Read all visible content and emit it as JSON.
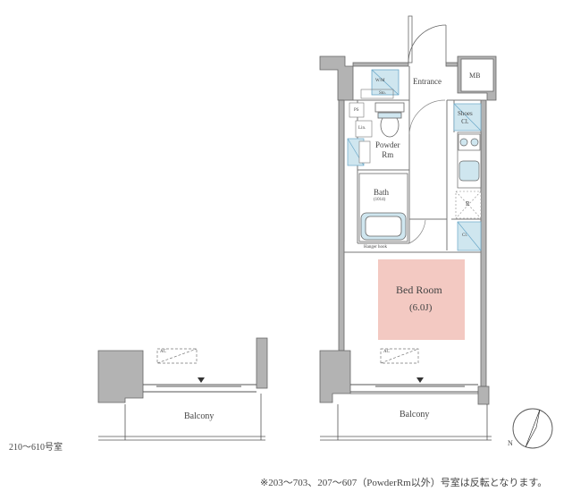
{
  "rooms": {
    "entrance": "Entrance",
    "mb": "MB",
    "shoes_cl": "Shoes\nCl.",
    "ps": "PS",
    "wash": "W/M",
    "sto": "Sto.",
    "lin": "Lin.",
    "powder_rm": "Powder\nRm",
    "bath": "Bath",
    "bath_size": "(1014)",
    "hanger_hook": "Hanger hook",
    "bed_room": "Bed Room",
    "bed_room_size": "(6.0J)",
    "r": "R",
    "cl": "Cl.",
    "ac_main": "AC",
    "ac_alt": "AC",
    "balcony_main": "Balcony",
    "balcony_alt": "Balcony"
  },
  "alt_unit_label": "210〜610号室",
  "footnote": "※203〜703、207〜607（PowderRm以外）号室は反転となります。",
  "compass": "N",
  "colors": {
    "bedroom_fill": "#f3c9c2",
    "wall_fill": "#b3b3b3",
    "fixture_fill": "#cfe6ef",
    "line": "#555555"
  }
}
